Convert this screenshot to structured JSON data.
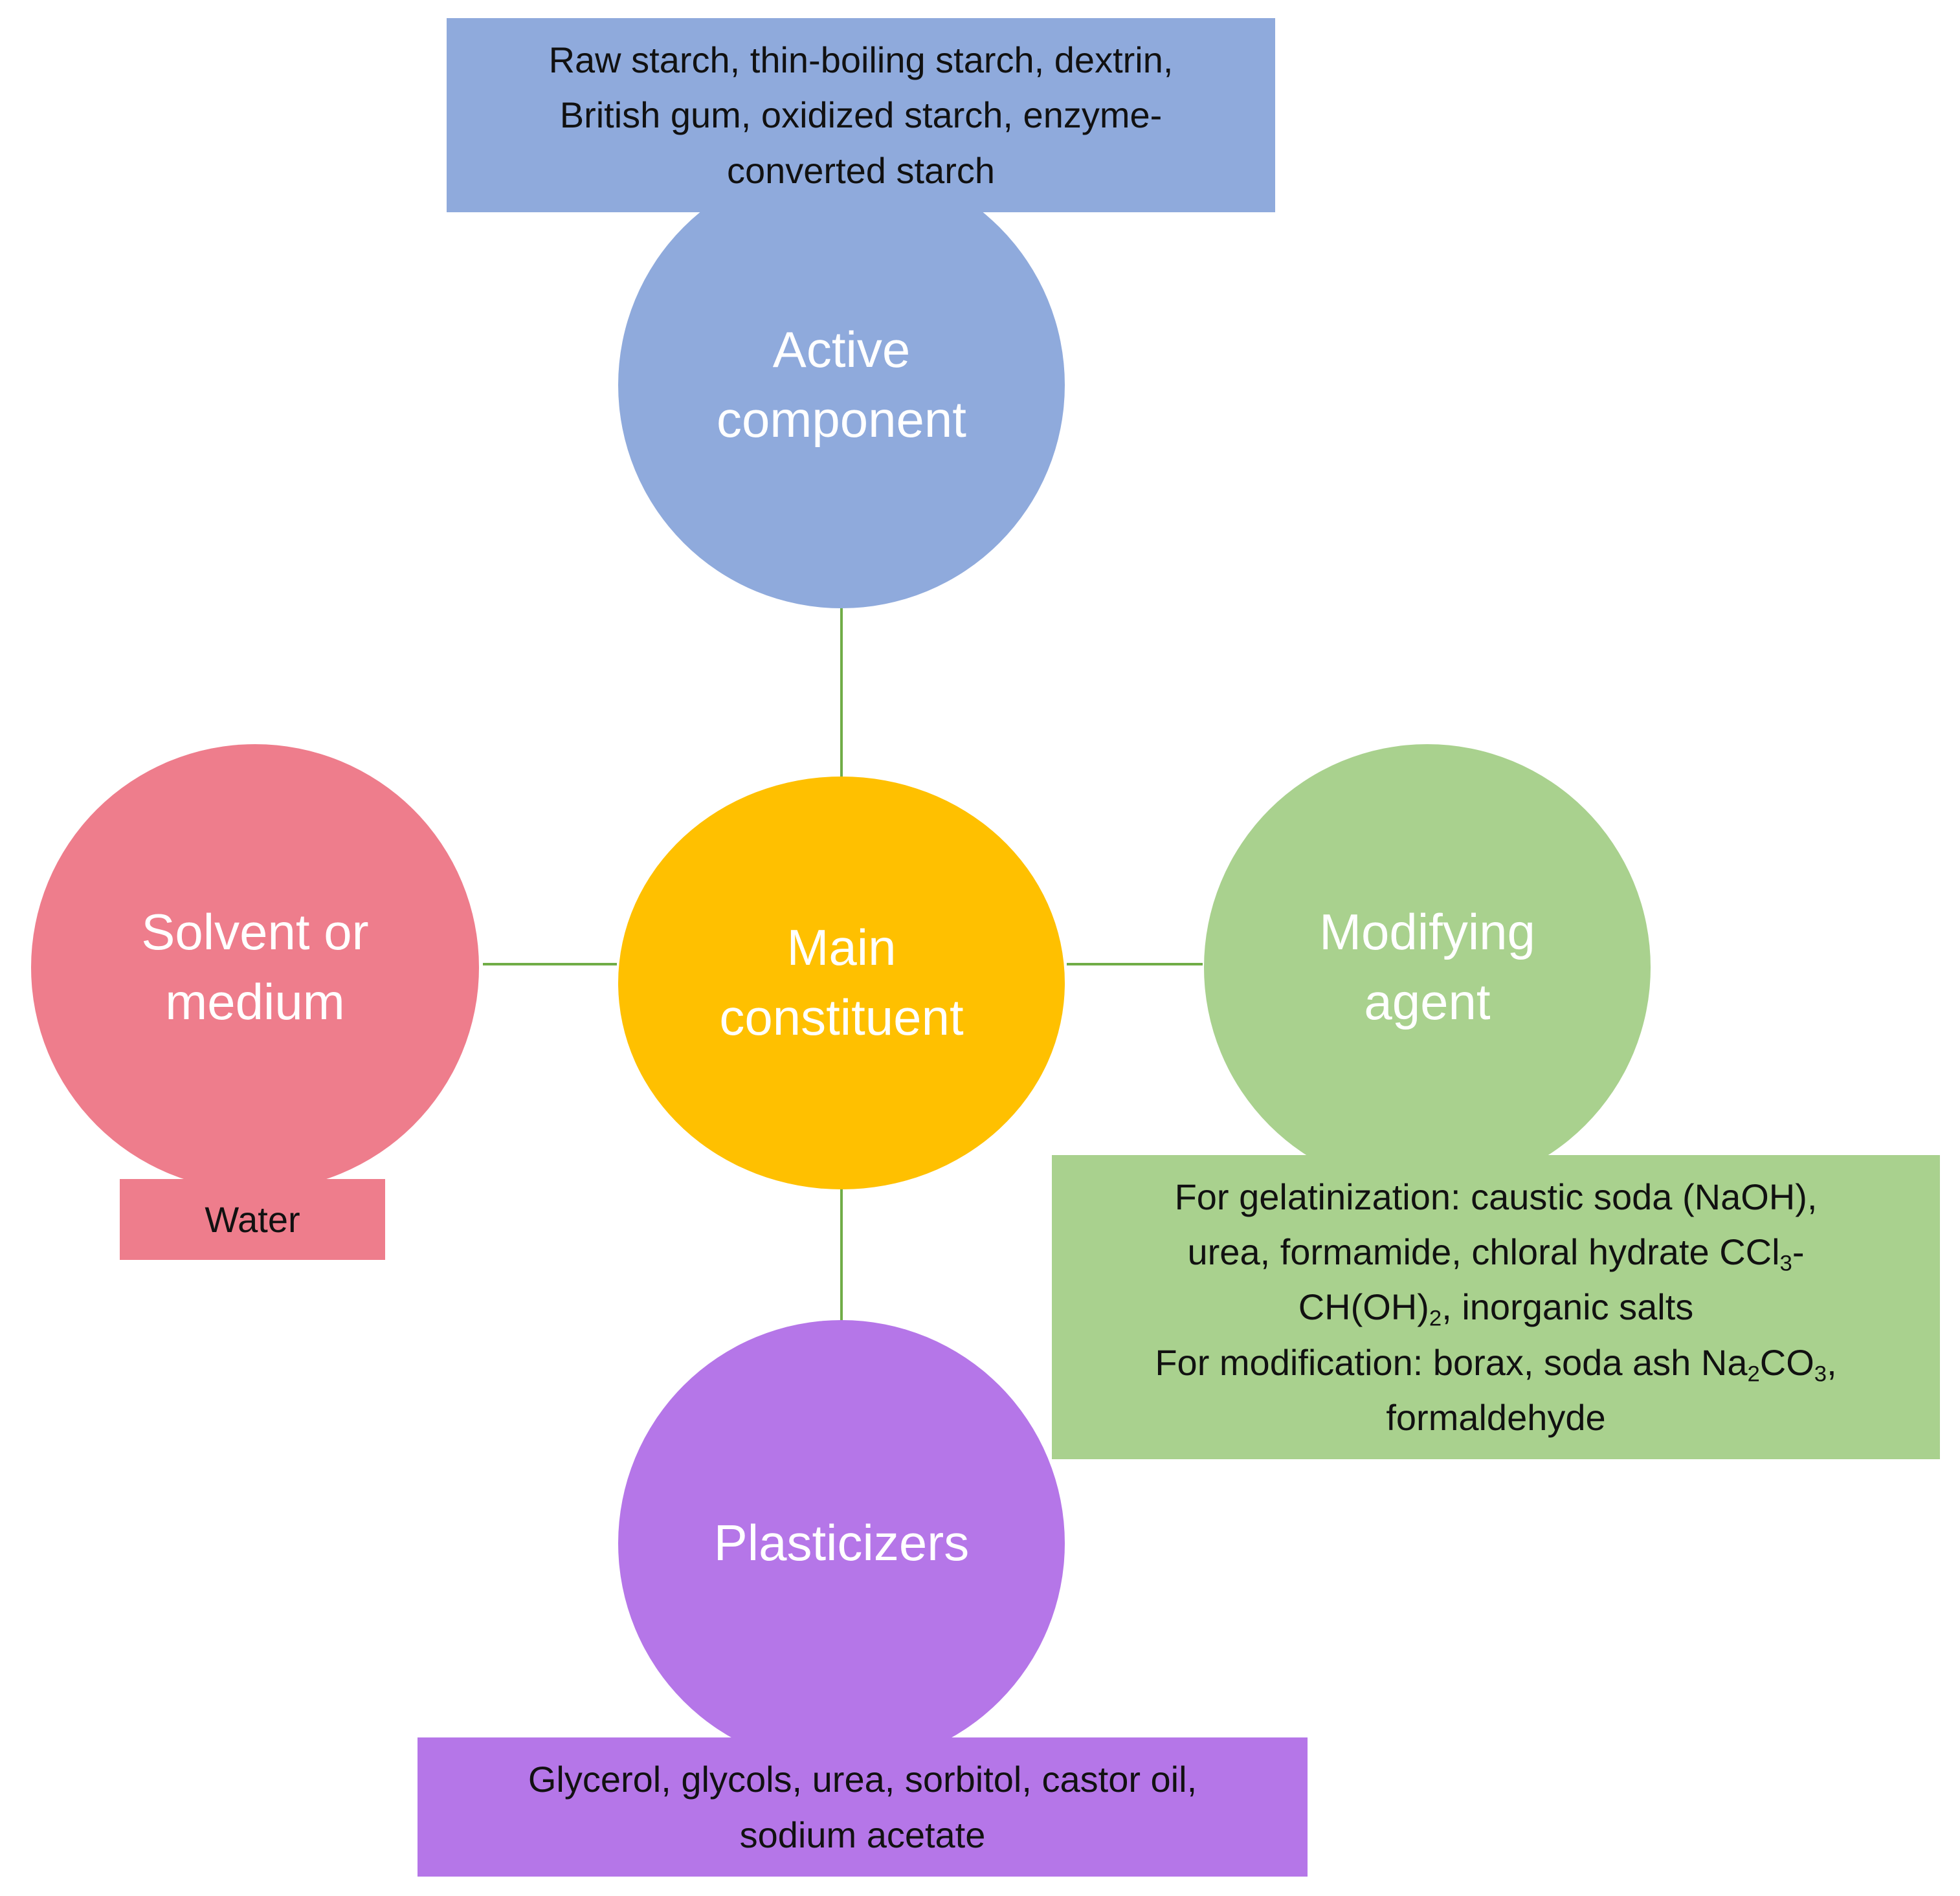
{
  "colors": {
    "active": "#8faadc",
    "main": "#ffc000",
    "modifying": "#a9d18e",
    "solvent": "#ee7d8c",
    "plasticizers": "#b576e8",
    "connector": "#70ad47",
    "circle_text": "#ffffff",
    "box_text": "#111111"
  },
  "nodes": {
    "active": {
      "label_lines": [
        "Active",
        "component"
      ]
    },
    "main": {
      "label_lines": [
        "Main",
        "constituent"
      ]
    },
    "solvent": {
      "label_lines": [
        "Solvent or",
        "medium"
      ]
    },
    "modifying": {
      "label_lines": [
        "Modifying",
        "agent"
      ]
    },
    "plasticizers": {
      "label_lines": [
        "Plasticizers"
      ]
    }
  },
  "boxes": {
    "active": {
      "lines": [
        "Raw starch, thin-boiling starch, dextrin,",
        "British gum, oxidized starch, enzyme-",
        "converted starch"
      ]
    },
    "solvent": {
      "lines": [
        "Water"
      ]
    },
    "modifying": {
      "line1": "For gelatinization: caustic soda (NaOH),",
      "line2_text": "urea, formamide, chloral hydrate CCl",
      "line2_sub": "3",
      "line2_end": "-",
      "line3_text": "CH(OH)",
      "line3_sub": "2",
      "line3_end": ", inorganic salts",
      "line4_text": "For modification: borax, soda ash Na",
      "line4_sub1": "2",
      "line4_mid": "CO",
      "line4_sub2": "3",
      "line4_end": ",",
      "line5": "formaldehyde"
    },
    "plasticizers": {
      "lines": [
        "Glycerol, glycols, urea, sorbitol, castor oil,",
        "sodium acetate"
      ]
    }
  }
}
